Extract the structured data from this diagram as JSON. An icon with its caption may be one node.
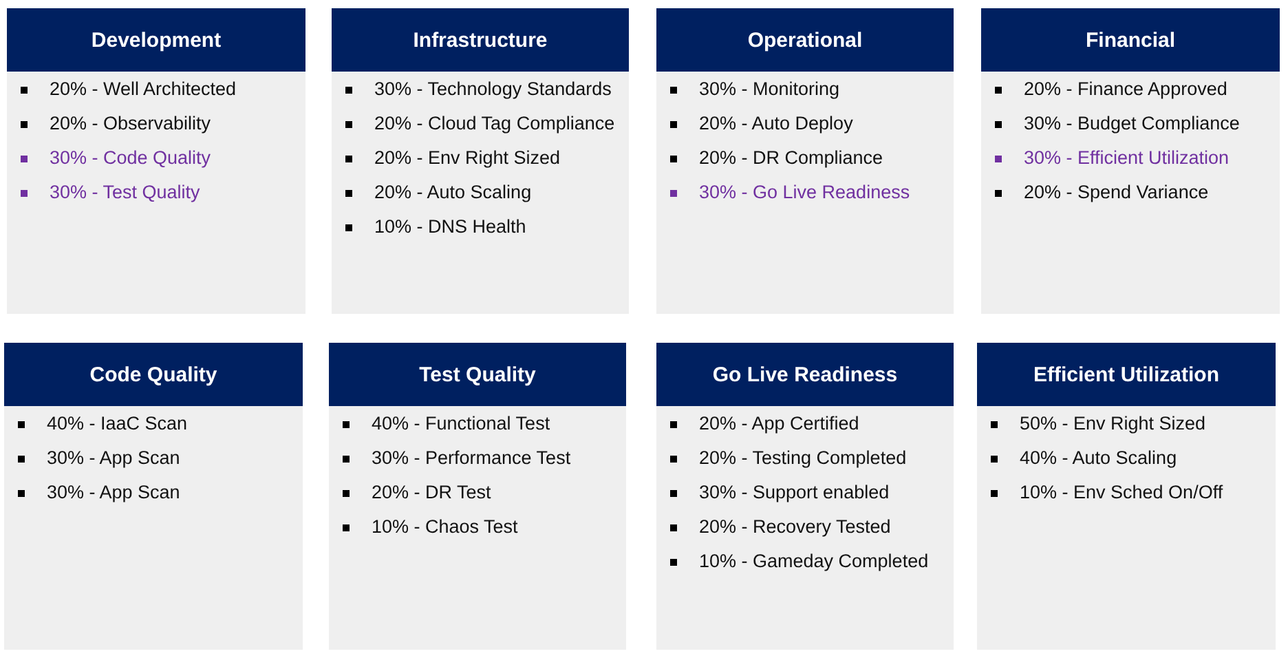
{
  "diagram": {
    "nodes": [
      {
        "text": [
          "Development",
          "20% - Well Architected",
          "20% - Observability",
          "30% - Code Quality",
          "30% - Test Quality"
        ]
      },
      {
        "text": [
          "Infrastructure",
          "30% - Technology Standards",
          "20% - Cloud Tag Compliance",
          "20% - Env Right Sized",
          "20% - Auto Scaling",
          "10% - DNS Health"
        ]
      },
      {
        "text": [
          "Operational",
          "30% - Monitoring",
          "20% - Auto Deploy",
          "20% - DR Compliance",
          "30% - Go Live Readiness"
        ]
      },
      {
        "text": [
          "Financial",
          "20% - Finance Approved",
          "30% - Budget Compliance",
          "30% - Efficient Utilization",
          "20% - Spend Variance"
        ]
      },
      {
        "text": [
          "Code Quality",
          "40% - IaaC Scan",
          "30% - App Scan",
          "30% - App Scan"
        ]
      },
      {
        "text": [
          "Test Quality",
          "40% - Functional Test",
          "30% - Performance Test",
          "20% - DR Test",
          "10% - Chaos Test"
        ]
      },
      {
        "text": [
          "Go Live Readiness",
          "20% - App Certified",
          "20% - Testing Completed",
          "30% - Support enabled",
          "20% - Recovery Tested",
          "10% - Gameday Completed"
        ]
      },
      {
        "text": [
          "Efficient Utilization",
          "50% - Env Right Sized",
          "40% - Auto Scaling",
          "10% - Env Sched On/Off"
        ]
      }
    ]
  }
}
